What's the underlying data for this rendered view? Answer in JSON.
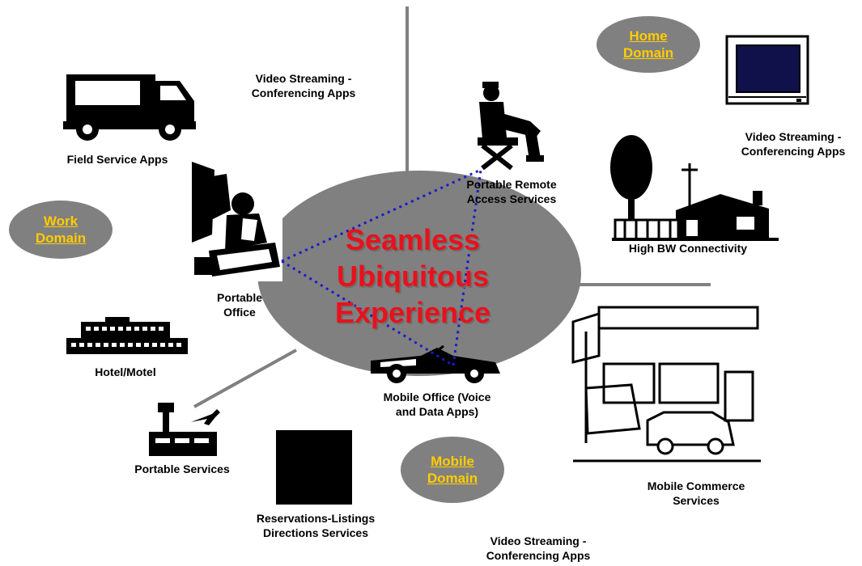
{
  "center": {
    "lines": [
      "Seamless",
      "Ubiquitous",
      "Experience"
    ]
  },
  "domains": {
    "work": [
      "Work",
      "Domain"
    ],
    "home": [
      "Home",
      "Domain"
    ],
    "mobile": [
      "Mobile",
      "Domain"
    ]
  },
  "labels": {
    "video_top": [
      "Video Streaming -",
      "Conferencing Apps"
    ],
    "video_right": [
      "Video Streaming -",
      "Conferencing Apps"
    ],
    "video_bottom": [
      "Video Streaming -",
      "Conferencing Apps"
    ],
    "field_service": [
      "Field Service Apps"
    ],
    "portable_remote": [
      "Portable Remote",
      "Access Services"
    ],
    "high_bw": [
      "High BW Connectivity"
    ],
    "portable_office": [
      "Portable",
      "Office"
    ],
    "hotel": [
      "Hotel/Motel"
    ],
    "mobile_office": [
      "Mobile Office (Voice",
      "and Data Apps)"
    ],
    "mobile_commerce": [
      "Mobile Commerce",
      "Services"
    ],
    "portable_services": [
      "Portable Services"
    ],
    "reservations": [
      "Reservations-Listings",
      "Directions Services"
    ]
  },
  "colors": {
    "ellipse": "#808080",
    "domain_text": "#ffcc00",
    "center_text": "#e8111b",
    "connector": "#1a1acc",
    "divider": "#808080"
  }
}
